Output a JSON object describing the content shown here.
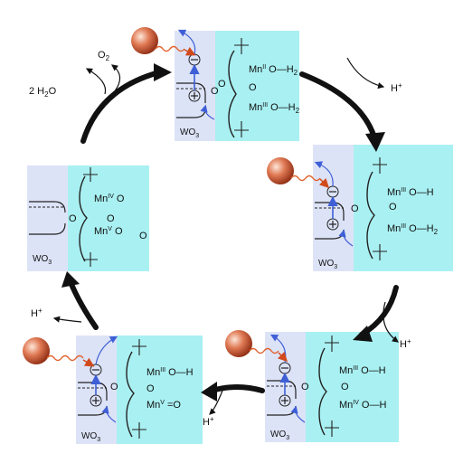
{
  "panels": [
    {
      "id": "top",
      "material": "WO3",
      "sub": "3",
      "rows": [
        {
          "base": "Mn",
          "sup": "II",
          "tail": "O—H",
          "tsub": "2"
        },
        {
          "base": "Mn",
          "sup": "III",
          "tail": "O—H",
          "tsub": "2"
        }
      ],
      "charges": {
        "electron": "⊖",
        "hole": "⊕"
      }
    },
    {
      "id": "right",
      "material": "WO3",
      "sub": "3",
      "rows": [
        {
          "base": "Mn",
          "sup": "III",
          "tail": "O—H",
          "tsub": ""
        },
        {
          "base": "Mn",
          "sup": "III",
          "tail": "O—H",
          "tsub": "2"
        }
      ],
      "charges": {
        "electron": "⊖",
        "hole": "⊕"
      }
    },
    {
      "id": "bottomright",
      "material": "WO3",
      "sub": "3",
      "rows": [
        {
          "base": "Mn",
          "sup": "III",
          "tail": "O—H",
          "tsub": ""
        },
        {
          "base": "Mn",
          "sup": "IV",
          "tail": "O—H",
          "tsub": ""
        }
      ],
      "charges": {
        "electron": "⊖",
        "hole": "⊕"
      }
    },
    {
      "id": "bottomleft",
      "material": "WO3",
      "sub": "3",
      "rows": [
        {
          "base": "Mn",
          "sup": "III",
          "tail": "O—H",
          "tsub": ""
        },
        {
          "base": "Mn",
          "sup": "V",
          "tail": "=O",
          "tsub": ""
        }
      ],
      "charges": {
        "electron": "⊖",
        "hole": "⊕"
      }
    },
    {
      "id": "left",
      "material": "WO3",
      "sub": "3",
      "rows": [
        {
          "base": "Mn",
          "sup": "IV",
          "tail": "O",
          "tsub": ""
        },
        {
          "base": "Mn",
          "sup": "V",
          "tail": "O",
          "tsub": ""
        }
      ],
      "charges": {
        "electron": "",
        "hole": ""
      }
    }
  ],
  "bridge_oxygen": "O",
  "species": {
    "o2": "O",
    "o2_sub": "2",
    "water_coef": "2 H",
    "water_sub": "2",
    "water_tail": "O",
    "proton": "H",
    "proton_sup": "+"
  },
  "colors": {
    "left_region": "#dde3f7",
    "right_region": "#a9f0f2",
    "photon": "#e0602a",
    "electron_arrow": "#3e5fd6",
    "cycle_arrow": "#111111"
  }
}
